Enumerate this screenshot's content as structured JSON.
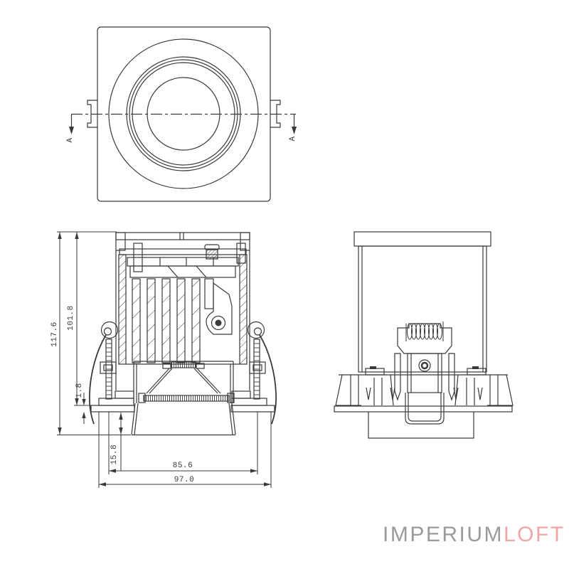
{
  "colors": {
    "background": "#ffffff",
    "line_color": "#3a3a3a",
    "logo_primary": "#9b9b9f",
    "logo_secondary": "#f2a5a5"
  },
  "top_view": {
    "section_label_left": "A",
    "section_label_right": "A"
  },
  "front_view": {
    "dimensions": {
      "total_height": "117.6",
      "body_height": "101.8",
      "flange_thickness": "1.8",
      "recess_depth": "15.8",
      "cutout_width": "85.6",
      "overall_width": "97.0"
    }
  },
  "logo": {
    "text_primary": "IMPERIUM",
    "text_secondary": "LOFT"
  }
}
